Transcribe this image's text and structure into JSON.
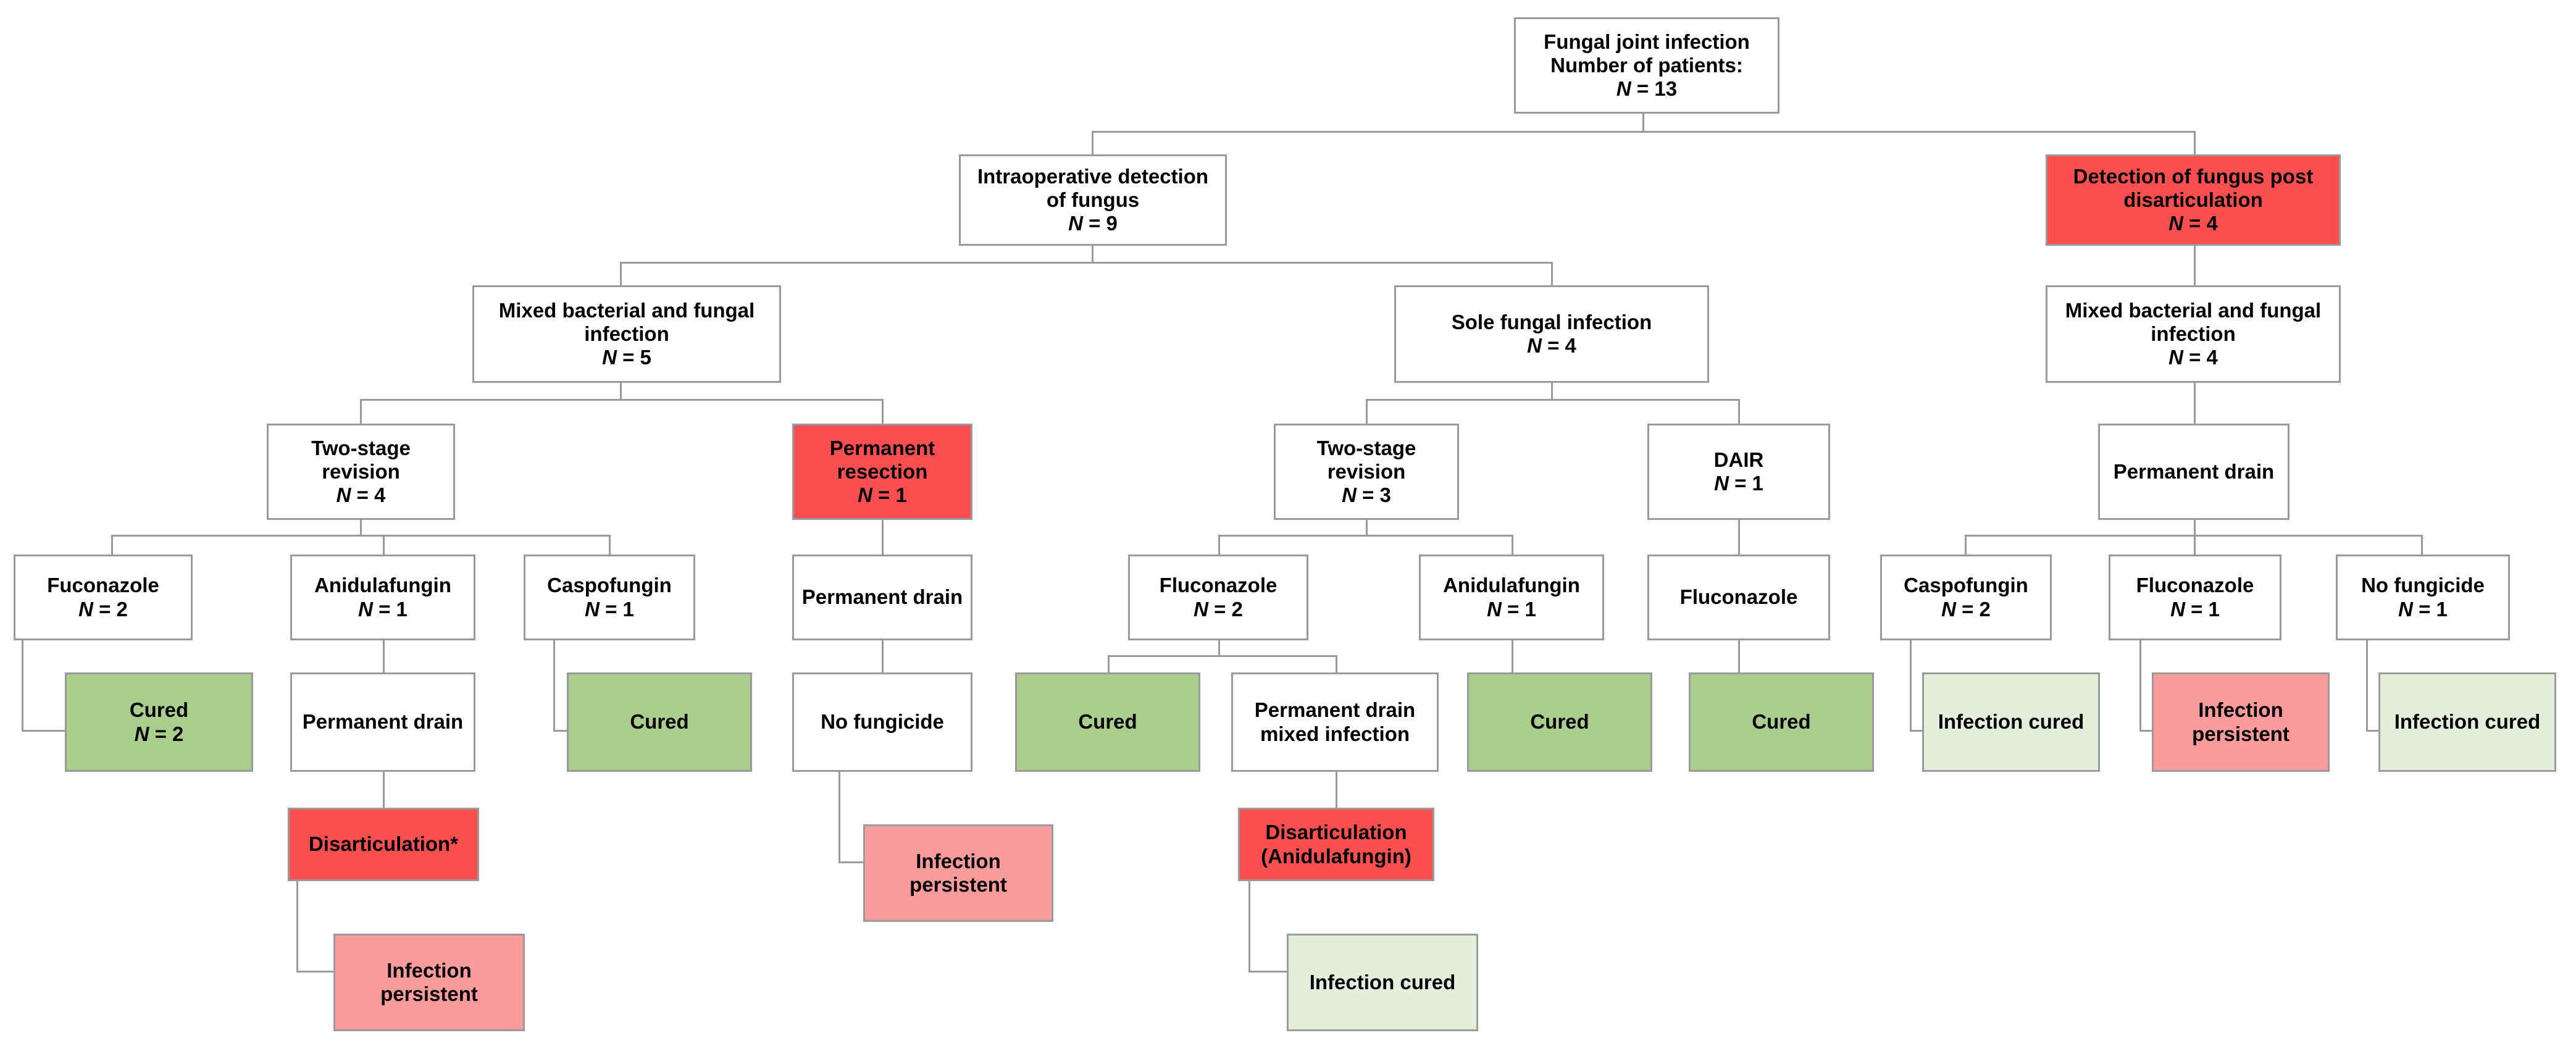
{
  "diagram": {
    "title": "Fungal joint infection treatment flowchart",
    "type": "flowchart",
    "colors": {
      "white": "#ffffff",
      "border": "#9a9a9a",
      "red": "#fb4f4f",
      "pink": "#fc9b9b",
      "green": "#a9ce8d",
      "light_green": "#e2efda",
      "text": "#000000"
    },
    "footnote_marker": "*"
  },
  "nodes": {
    "root": {
      "line1": "Fungal joint infection",
      "line2": "Number of patients:",
      "value": "N = 13",
      "fill": "white"
    },
    "intraop": {
      "line1": "Intraoperative detection",
      "line2": "of fungus",
      "value": "N = 9",
      "fill": "white"
    },
    "post_disart": {
      "line1": "Detection of fungus post",
      "line2": "disarticulation",
      "value": "N = 4",
      "fill": "red"
    },
    "mixed_left": {
      "line1": "Mixed bacterial and fungal",
      "line2": "infection",
      "value": "N = 5",
      "fill": "white"
    },
    "sole_fungal": {
      "line1": "Sole fungal infection",
      "line2": "",
      "value": "N = 4",
      "fill": "white"
    },
    "mixed_right": {
      "line1": "Mixed bacterial and fungal",
      "line2": "infection",
      "value": "N = 4",
      "fill": "white"
    },
    "two_stage_4": {
      "line1": "Two-stage",
      "line2": "revision",
      "value": "N = 4",
      "fill": "white"
    },
    "perm_resection": {
      "line1": "Permanent",
      "line2": "resection",
      "value": "N = 1",
      "fill": "red"
    },
    "two_stage_3": {
      "line1": "Two-stage",
      "line2": "revision",
      "value": "N = 3",
      "fill": "white"
    },
    "dair": {
      "line1": "DAIR",
      "line2": "",
      "value": "N = 1",
      "fill": "white"
    },
    "perm_drain_right": {
      "line1": "Permanent drain",
      "line2": "",
      "value": "",
      "fill": "white"
    },
    "fuconazole_2": {
      "line1": "Fuconazole",
      "line2": "",
      "value": "N = 2",
      "fill": "white"
    },
    "anidulafungin_1a": {
      "line1": "Anidulafungin",
      "line2": "",
      "value": "N = 1",
      "fill": "white"
    },
    "caspofungin_1": {
      "line1": "Caspofungin",
      "line2": "",
      "value": "N = 1",
      "fill": "white"
    },
    "perm_drain_res": {
      "line1": "Permanent drain",
      "line2": "",
      "value": "",
      "fill": "white"
    },
    "fluconazole_2": {
      "line1": "Fluconazole",
      "line2": "",
      "value": "N = 2",
      "fill": "white"
    },
    "anidulafungin_1b": {
      "line1": "Anidulafungin",
      "line2": "",
      "value": "N = 1",
      "fill": "white"
    },
    "fluconazole_dair": {
      "line1": "Fluconazole",
      "line2": "",
      "value": "",
      "fill": "white"
    },
    "caspofungin_2": {
      "line1": "Caspofungin",
      "line2": "",
      "value": "N = 2",
      "fill": "white"
    },
    "fluconazole_1": {
      "line1": "Fluconazole",
      "line2": "",
      "value": "N = 1",
      "fill": "white"
    },
    "no_fungicide_1": {
      "line1": "No fungicide",
      "line2": "",
      "value": "N = 1",
      "fill": "white"
    },
    "cured_n2": {
      "line1": "Cured",
      "line2": "",
      "value": "N = 2",
      "fill": "green"
    },
    "perm_drain_anid": {
      "line1": "Permanent drain",
      "line2": "",
      "value": "",
      "fill": "white"
    },
    "cured_casp": {
      "line1": "Cured",
      "line2": "",
      "value": "",
      "fill": "green"
    },
    "no_fungicide_res": {
      "line1": "No fungicide",
      "line2": "",
      "value": "",
      "fill": "white"
    },
    "cured_fluc2": {
      "line1": "Cured",
      "line2": "",
      "value": "",
      "fill": "green"
    },
    "perm_drain_mixed": {
      "line1": "Permanent drain",
      "line2": "mixed infection",
      "value": "",
      "fill": "white"
    },
    "cured_anid": {
      "line1": "Cured",
      "line2": "",
      "value": "",
      "fill": "green"
    },
    "cured_dair": {
      "line1": "Cured",
      "line2": "",
      "value": "",
      "fill": "green"
    },
    "inf_cured_casp2": {
      "line1": "Infection cured",
      "line2": "",
      "value": "",
      "fill": "light_green"
    },
    "inf_persist_fluc1": {
      "line1": "Infection",
      "line2": "persistent",
      "value": "",
      "fill": "pink"
    },
    "inf_cured_nofung": {
      "line1": "Infection cured",
      "line2": "",
      "value": "",
      "fill": "light_green"
    },
    "disarticulation_star": {
      "line1": "Disarticulation*",
      "line2": "",
      "value": "",
      "fill": "red"
    },
    "inf_persist_res": {
      "line1": "Infection",
      "line2": "persistent",
      "value": "",
      "fill": "pink"
    },
    "disarticulation_anid": {
      "line1": "Disarticulation",
      "line2": "(Anidulafungin)",
      "value": "",
      "fill": "red"
    },
    "inf_persist_disart": {
      "line1": "Infection",
      "line2": "persistent",
      "value": "",
      "fill": "pink"
    },
    "inf_cured_disart_anid": {
      "line1": "Infection cured",
      "line2": "",
      "value": "",
      "fill": "light_green"
    }
  }
}
